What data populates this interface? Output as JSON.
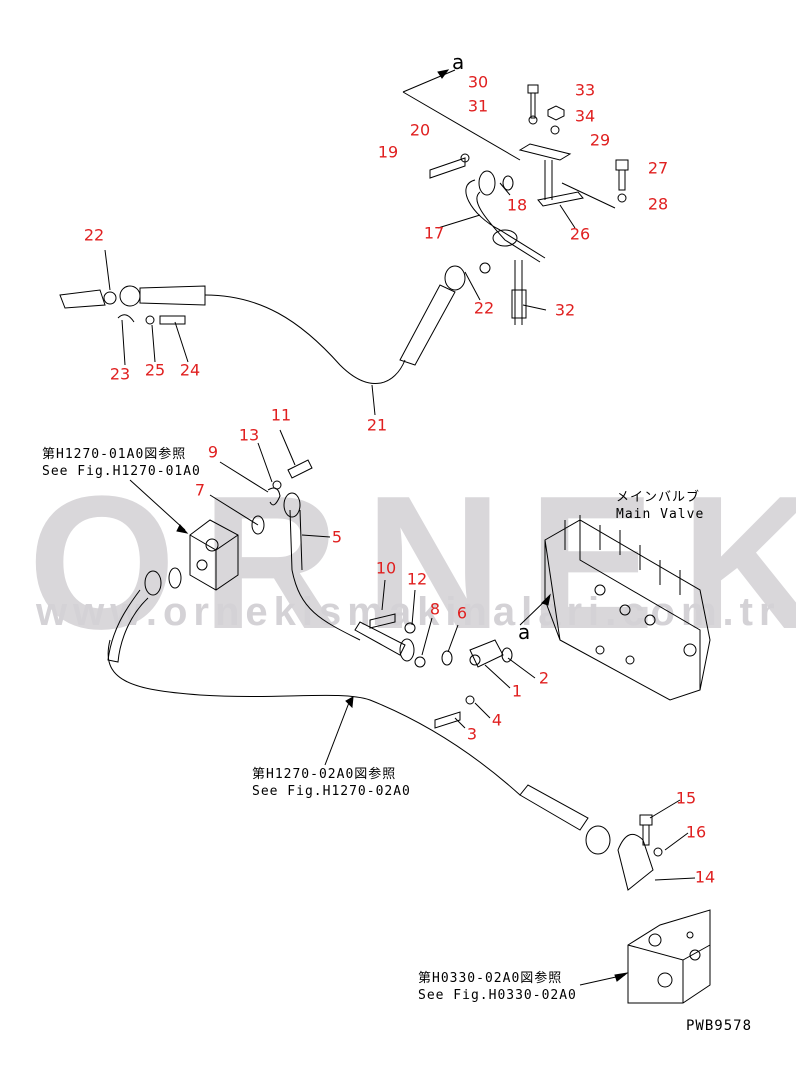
{
  "watermark": {
    "brand": "ORNEK",
    "url": "www.ornekismakinalari.com.tr"
  },
  "drawing_id": "PWB9578",
  "main_valve": {
    "jp": "メインバルブ",
    "en": "Main Valve"
  },
  "references": [
    {
      "jp": "第H1270-01A0図参照",
      "en": "See Fig.H1270-01A0"
    },
    {
      "jp": "第H1270-02A0図参照",
      "en": "See Fig.H1270-02A0"
    },
    {
      "jp": "第H0330-02A0図参照",
      "en": "See Fig.H0330-02A0"
    }
  ],
  "arrow_labels": [
    "a",
    "a"
  ],
  "callouts": [
    "30",
    "33",
    "31",
    "34",
    "20",
    "29",
    "19",
    "27",
    "18",
    "28",
    "17",
    "26",
    "22",
    "22",
    "32",
    "23",
    "25",
    "24",
    "21",
    "11",
    "13",
    "9",
    "7",
    "5",
    "10",
    "12",
    "8",
    "6",
    "2",
    "1",
    "4",
    "3",
    "15",
    "16",
    "14"
  ],
  "colors": {
    "callout": "#e02020",
    "line": "#000000",
    "watermark": "#d9d7da"
  }
}
